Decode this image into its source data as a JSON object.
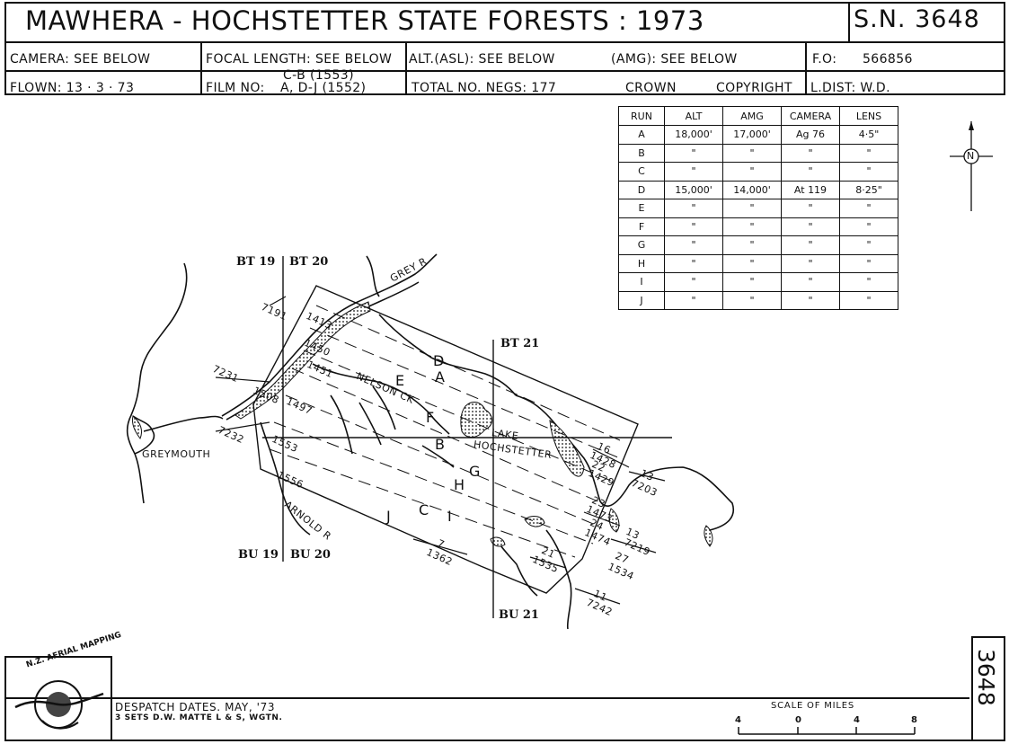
{
  "header": {
    "title": "MAWHERA - HOCHSTETTER  STATE  FORESTS : 1973",
    "sheet_number": "S.N. 3648",
    "camera": "CAMERA:  SEE   BELOW",
    "focal_length": "FOCAL  LENGTH: SEE BELOW",
    "alt_asl": "ALT.(ASL): SEE  BELOW",
    "amg": "(AMG): SEE  BELOW",
    "fo_label": "F.O:",
    "fo_value": "566856",
    "flown": "FLOWN:   13 · 3 · 73",
    "film_no_label": "FILM  NO:",
    "film_no_top": "C-B  (1553)",
    "film_no_bottom": "A, D-J (1552)",
    "total_negs": "TOTAL  NO.  NEGS:  177",
    "crown": "CROWN",
    "copyright": "COPYRIGHT",
    "ldist": "L.DIST:  W.D."
  },
  "runs_table": {
    "columns": [
      "RUN",
      "ALT",
      "AMG",
      "CAMERA",
      "LENS"
    ],
    "rows": [
      [
        "A",
        "18,000'",
        "17,000'",
        "Ag 76",
        "4·5\""
      ],
      [
        "B",
        "\"",
        "\"",
        "\"",
        "\""
      ],
      [
        "C",
        "\"",
        "\"",
        "\"",
        "\""
      ],
      [
        "D",
        "15,000'",
        "14,000'",
        "At  119",
        "8·25\""
      ],
      [
        "E",
        "\"",
        "\"",
        "\"",
        "\""
      ],
      [
        "F",
        "\"",
        "\"",
        "\"",
        "\""
      ],
      [
        "G",
        "\"",
        "\"",
        "\"",
        "\""
      ],
      [
        "H",
        "\"",
        "\"",
        "\"",
        "\""
      ],
      [
        "I",
        "\"",
        "\"",
        "\"",
        "\""
      ],
      [
        "J",
        "\"",
        "\"",
        "\"",
        "\""
      ]
    ]
  },
  "north_arrow": {
    "label": "N"
  },
  "map": {
    "sheet_labels": [
      "BT 19",
      "BT 20",
      "BT 21",
      "BU 19",
      "BU 20",
      "BU 21"
    ],
    "place_labels": [
      "GREYMOUTH",
      "GREY R",
      "NELSON CK",
      "ARNOLD R",
      "LAKE",
      "HOCHSTETTER"
    ],
    "run_letters": [
      "D",
      "A",
      "E",
      "F",
      "B",
      "G",
      "H",
      "I",
      "C",
      "J"
    ],
    "frame_numbers": [
      "7191",
      "1413",
      "1450",
      "1451",
      "7231",
      "1508",
      "1497",
      "7232",
      "1553",
      "1556",
      "16",
      "1428",
      "22",
      "1429",
      "13",
      "7203",
      "23",
      "1473",
      "24",
      "1474",
      "13",
      "7219",
      "27",
      "1534",
      "21",
      "1535",
      "7",
      "1362",
      "11",
      "7242"
    ]
  },
  "footer": {
    "despatch": "DESPATCH  DATES.  MAY, '73",
    "sets": "3  SETS   D.W.  MATTE    L & S,  WGTN.",
    "scale_title": "SCALE  OF  MILES",
    "scale_ticks": [
      "4",
      "0",
      "4",
      "8"
    ],
    "sheet_number_vertical": "3648",
    "logo_text": "N.Z. AERIAL MAPPING"
  }
}
